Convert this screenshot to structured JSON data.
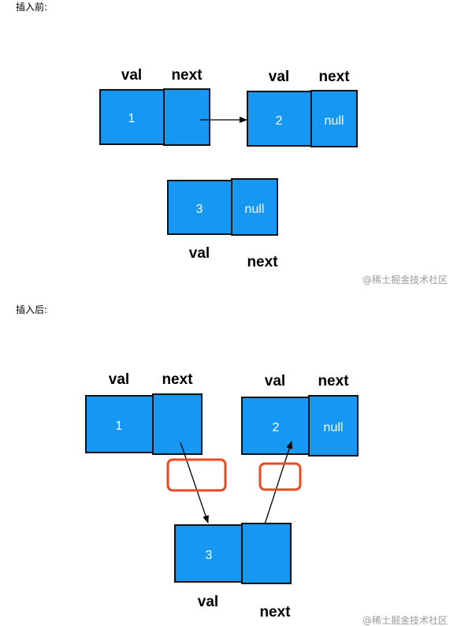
{
  "captions": {
    "before": "插入前:",
    "after": "插入后:"
  },
  "labels": {
    "val": "val",
    "next": "next"
  },
  "values": {
    "one": "1",
    "two": "2",
    "three": "3",
    "null": "null"
  },
  "watermark": "@稀土掘金技术社区",
  "colors": {
    "node": "#1597f2",
    "highlight": "#ea4a22"
  }
}
